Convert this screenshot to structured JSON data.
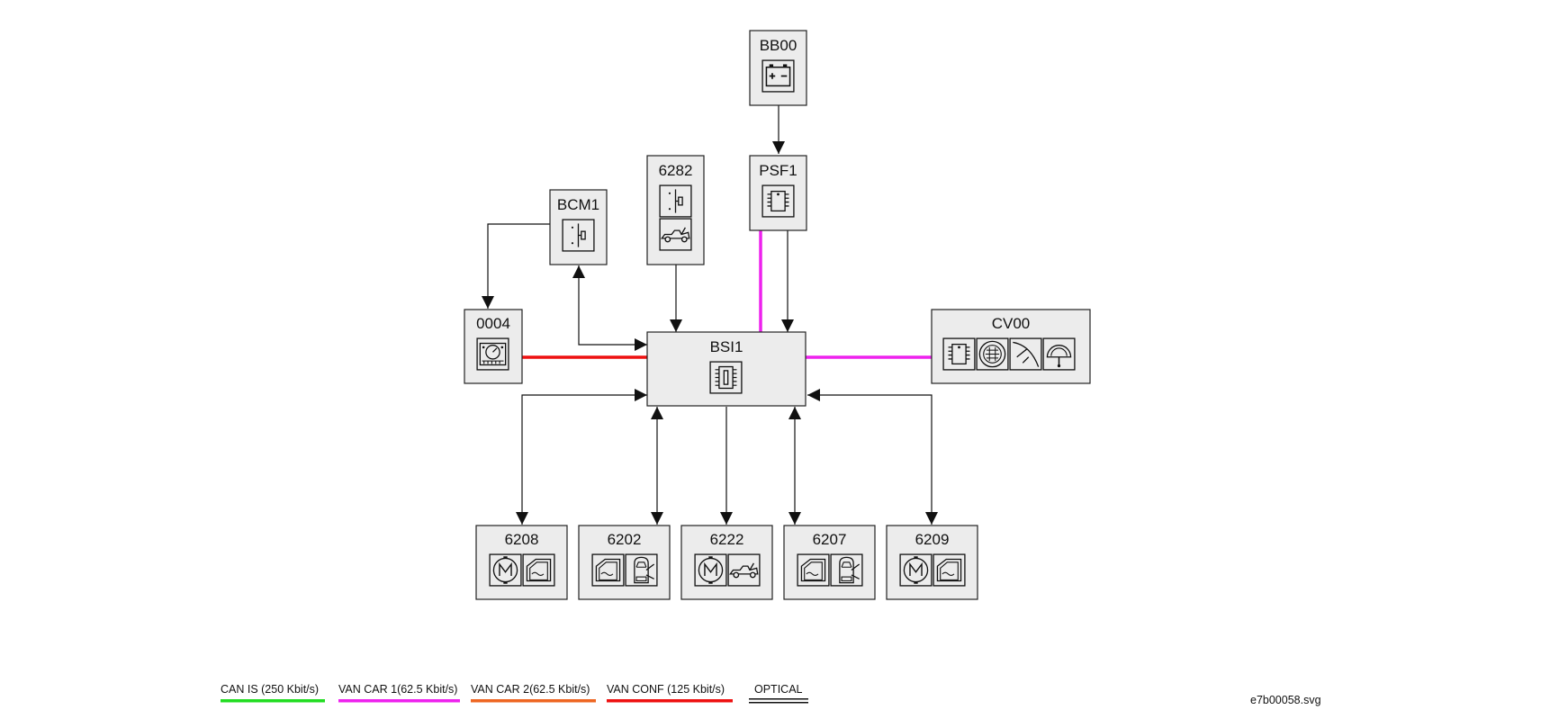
{
  "modules": {
    "bb00": {
      "label": "BB00",
      "icons": [
        "battery-icon"
      ]
    },
    "psf1": {
      "label": "PSF1",
      "icons": [
        "chip-icon"
      ]
    },
    "m6282": {
      "label": "6282",
      "icons": [
        "switch-icon",
        "car-trunk-icon"
      ]
    },
    "bcm1": {
      "label": "BCM1",
      "icons": [
        "switch-icon"
      ]
    },
    "m0004": {
      "label": "0004",
      "icons": [
        "instrument-panel-icon"
      ]
    },
    "bsi1": {
      "label": "BSI1",
      "icons": [
        "fuse-chip-icon"
      ]
    },
    "cv00": {
      "label": "CV00",
      "icons": [
        "chip-icon",
        "speaker-icon",
        "wiper-icon",
        "steering-wheel-icon"
      ]
    },
    "m6208": {
      "label": "6208",
      "icons": [
        "motor-icon",
        "window-icon"
      ]
    },
    "m6202": {
      "label": "6202",
      "icons": [
        "window-icon",
        "car-door-icon"
      ]
    },
    "m6222": {
      "label": "6222",
      "icons": [
        "motor-icon",
        "car-trunk-icon"
      ]
    },
    "m6207": {
      "label": "6207",
      "icons": [
        "window-icon",
        "car-door-icon"
      ]
    },
    "m6209": {
      "label": "6209",
      "icons": [
        "motor-icon",
        "window-icon"
      ]
    }
  },
  "legend": [
    {
      "label": "CAN IS (250 Kbit/s)",
      "color": "#22dd22"
    },
    {
      "label": "VAN CAR 1(62.5 Kbit/s)",
      "color": "#ee22ee"
    },
    {
      "label": "VAN CAR 2(62.5 Kbit/s)",
      "color": "#ee6622"
    },
    {
      "label": "VAN CONF (125 Kbit/s)",
      "color": "#ee1111"
    },
    {
      "label": "OPTICAL",
      "color": "#111111"
    }
  ],
  "bus_colors": {
    "van_car_1": "#ee22ee",
    "van_conf": "#ee1111"
  },
  "file_name": "e7b00058.svg"
}
